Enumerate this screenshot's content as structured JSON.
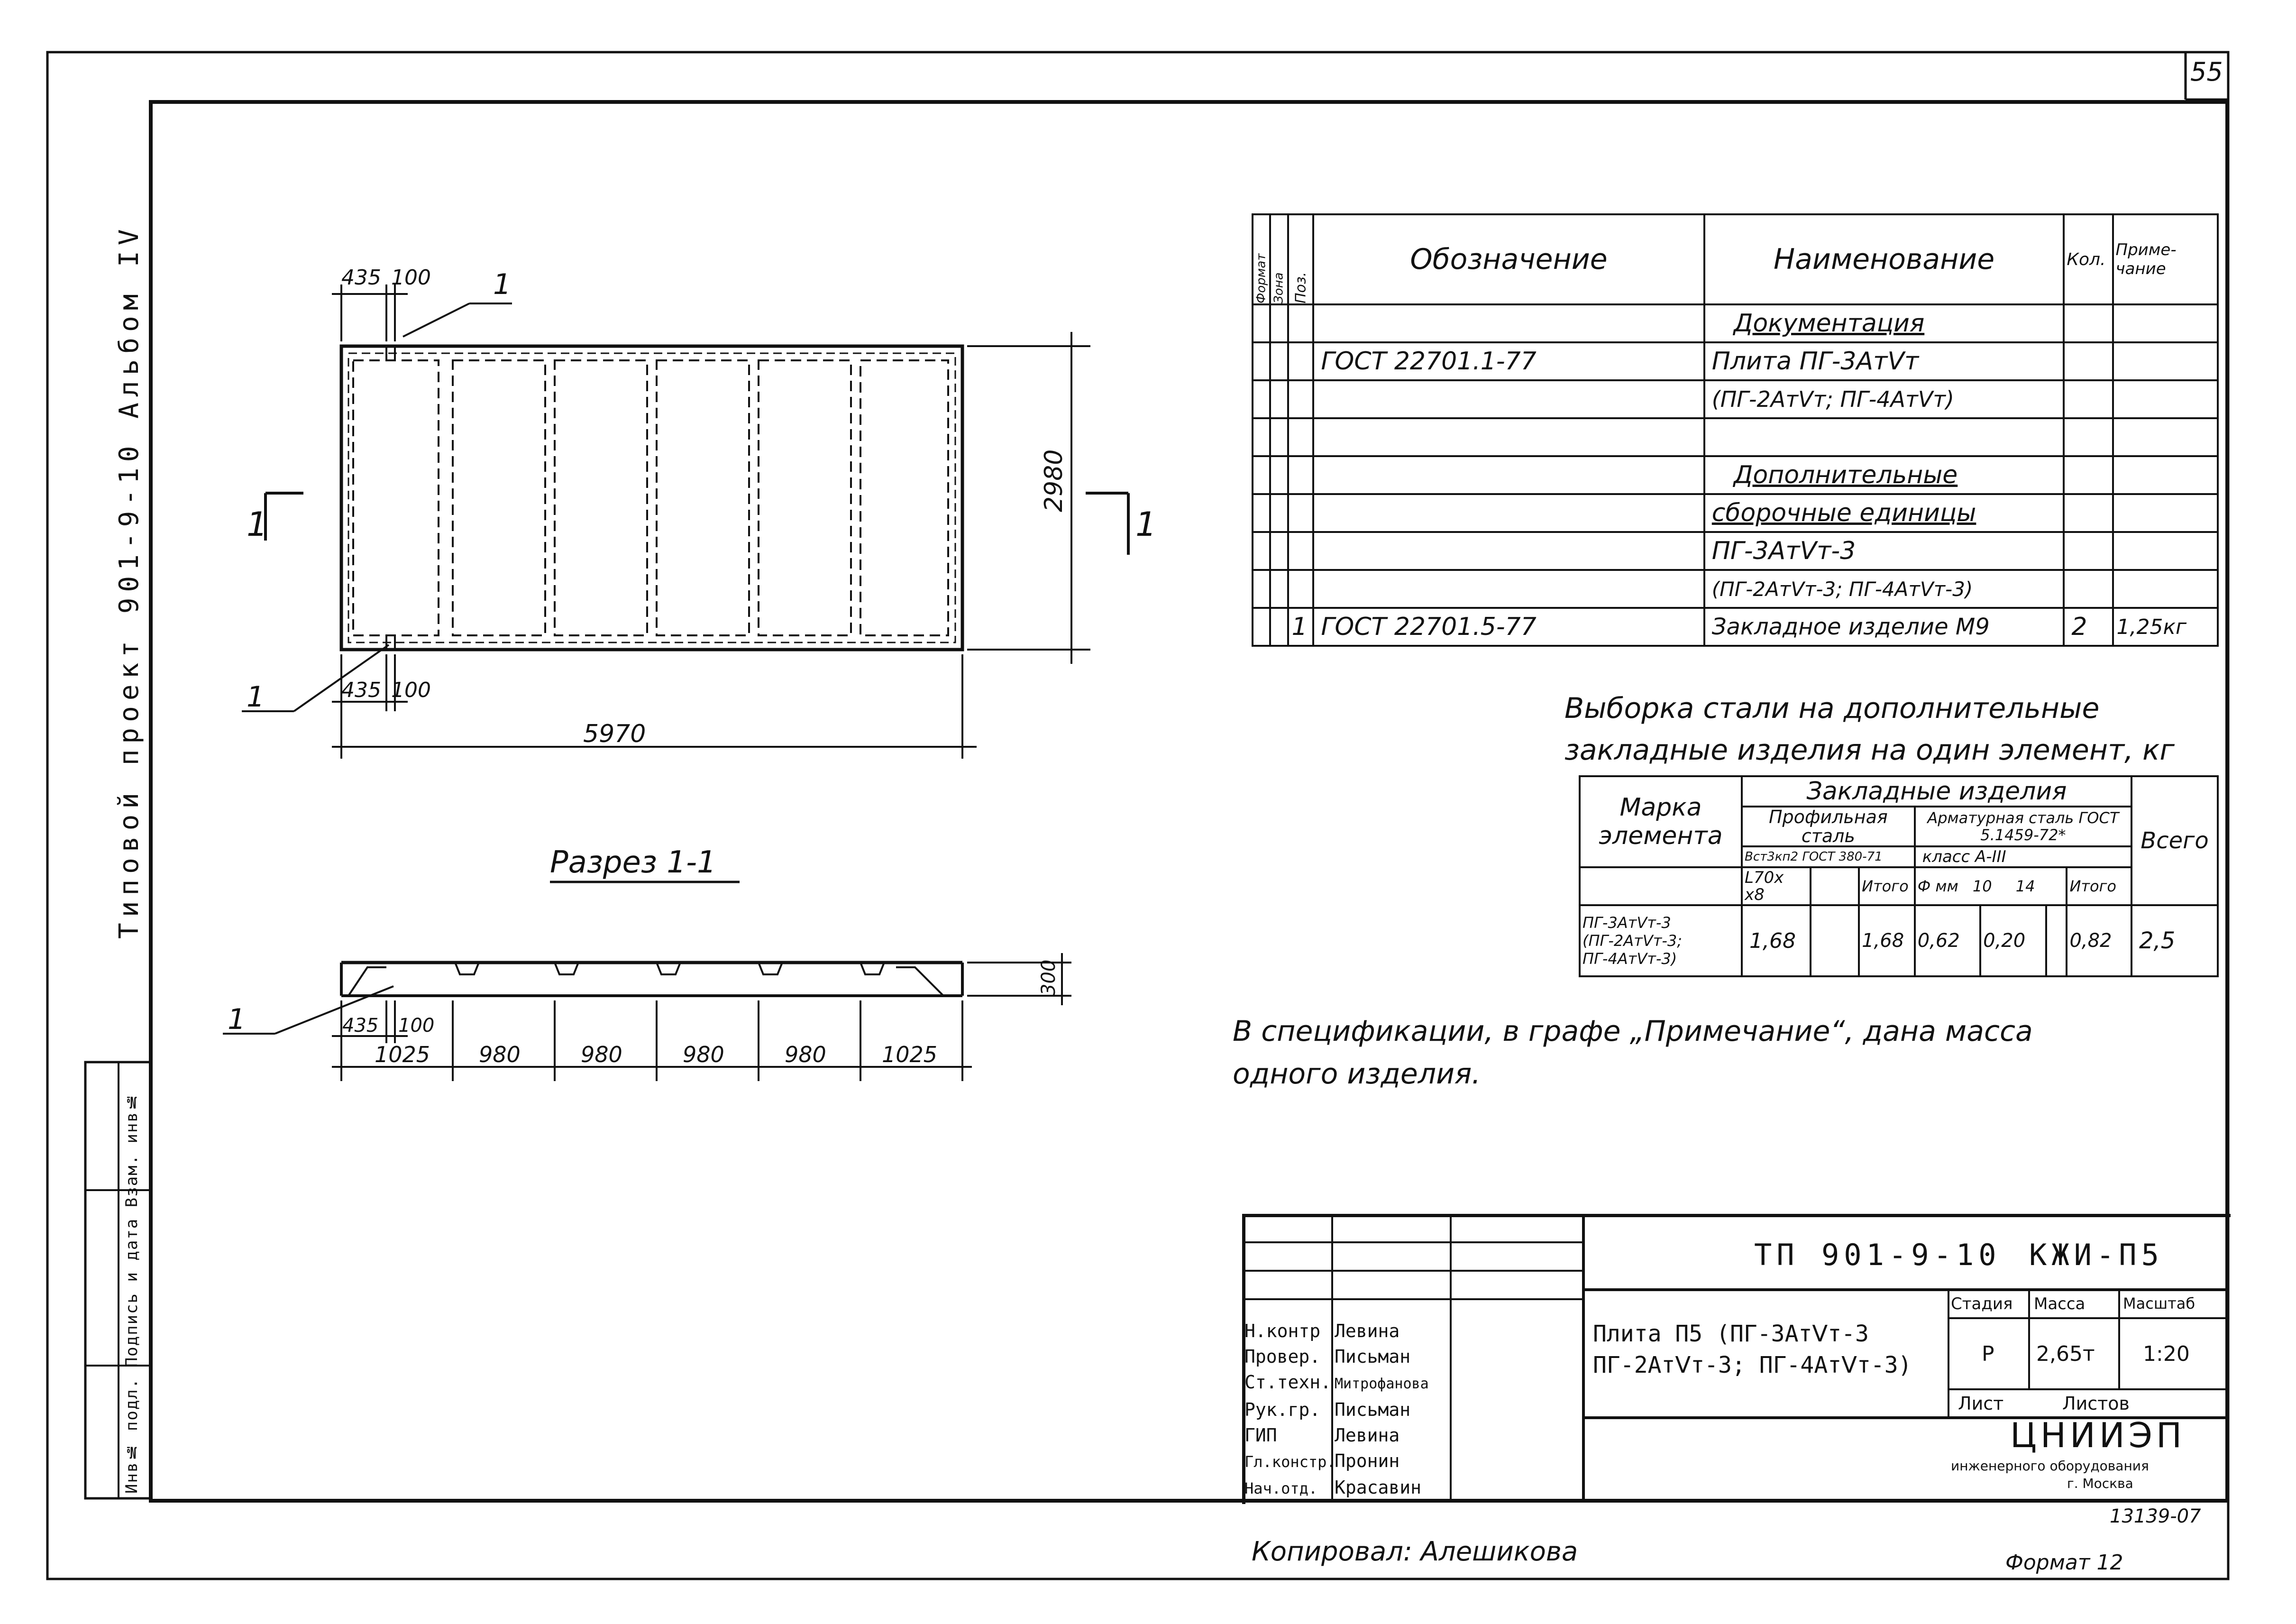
{
  "page_number": "55",
  "side_title": "Типовой проект 901-9-10 Альбом IV",
  "side_stamp": "Инв№ подл. Подпись и дата Взам. инв№",
  "drawing": {
    "plan_dims": {
      "left_top": "435",
      "left_top2": "100",
      "right_height": "2980",
      "left_bottom": "435",
      "left_bottom2": "100",
      "total_length": "5970"
    },
    "callout_1": "1",
    "section_mark_left": "1",
    "section_mark_right": "1",
    "section_title": "Разрез 1-1",
    "section_dims": [
      "1025",
      "980",
      "980",
      "980",
      "980",
      "1025"
    ],
    "section_small": [
      "435",
      "100"
    ],
    "section_height": "300"
  },
  "spec_table": {
    "headers": [
      "Формат",
      "Зона",
      "Поз.",
      "Обозначение",
      "Наименование",
      "Кол.",
      "Приме-чание"
    ],
    "rows": [
      {
        "pos": "",
        "designation": "",
        "name": "Документация",
        "qty": "",
        "note": ""
      },
      {
        "pos": "",
        "designation": "ГОСТ 22701.1-77",
        "name": "Плита ПГ-3АтⅤт",
        "qty": "",
        "note": ""
      },
      {
        "pos": "",
        "designation": "",
        "name": "(ПГ-2АтⅤт; ПГ-4АтⅤт)",
        "qty": "",
        "note": ""
      },
      {
        "pos": "",
        "designation": "",
        "name": "",
        "qty": "",
        "note": ""
      },
      {
        "pos": "",
        "designation": "",
        "name": "Дополнительные",
        "qty": "",
        "note": ""
      },
      {
        "pos": "",
        "designation": "",
        "name": "сборочные единицы",
        "qty": "",
        "note": ""
      },
      {
        "pos": "",
        "designation": "",
        "name": "ПГ-3АтⅤт-3",
        "qty": "",
        "note": ""
      },
      {
        "pos": "",
        "designation": "",
        "name": "(ПГ-2АтⅤт-3; ПГ-4АтⅤт-3)",
        "qty": "",
        "note": ""
      },
      {
        "pos": "1",
        "designation": "ГОСТ 22701.5-77",
        "name": "Закладное изделие М9",
        "qty": "2",
        "note": "1,25кг"
      }
    ]
  },
  "steel_title": "Выборка стали на дополнительные закладные изделия на один элемент, кг",
  "steel_table": {
    "h_mark": "Марка элемента",
    "h_embedded": "Закладные изделия",
    "h_profile": "Профильная сталь",
    "h_profile_std": "Вст3кп2 ГОСТ 380-71",
    "h_rebar": "Арматурная сталь ГОСТ 5.1459-72*",
    "h_rebar_class": "класс А-III",
    "h_total": "Всего",
    "h_angle": "L70x x8",
    "h_itogo": "Итого",
    "h_diam": "Ф мм",
    "h_d10": "10",
    "h_d14": "14",
    "h_itogo2": "Итого",
    "row_mark": "ПГ-3АтⅤт-3 (ПГ-2АтⅤт-3; ПГ-4АтⅤт-3)",
    "row_vals": [
      "1,68",
      "",
      "1,68",
      "0,62",
      "0,20",
      "",
      "0,82",
      "2,5"
    ]
  },
  "note": "В спецификации, в графе „Примечание“, дана масса одного изделия.",
  "title_block": {
    "code": "ТП 901-9-10",
    "sheet_code": "КЖИ-П5",
    "title": "Плита П5 (ПГ-3АтⅤт-3 ПГ-2АтⅤт-3; ПГ-4АтⅤт-3)",
    "stage_label": "Стадия",
    "mass_label": "Масса",
    "scale_label": "Масштаб",
    "stage": "Р",
    "mass": "2,65т",
    "scale": "1:20",
    "sheet_label": "Лист",
    "sheets_label": "Листов",
    "org": "ЦНИИЭП",
    "org_sub": "инженерного оборудования",
    "city": "г. Москва",
    "number": "13139-07",
    "people": [
      {
        "role": "Н.контр",
        "name": "Левина"
      },
      {
        "role": "Провер.",
        "name": "Письман"
      },
      {
        "role": "Ст.техн.",
        "name": "Митрофанова"
      },
      {
        "role": "Рук.гр.",
        "name": "Письман"
      },
      {
        "role": "ГИП",
        "name": "Левина"
      },
      {
        "role": "Гл.констр.",
        "name": "Пронин"
      },
      {
        "role": "Нач.отд.",
        "name": "Красавин"
      }
    ]
  },
  "copied_by": "Копировал: Алешикова",
  "format": "Формат 12"
}
